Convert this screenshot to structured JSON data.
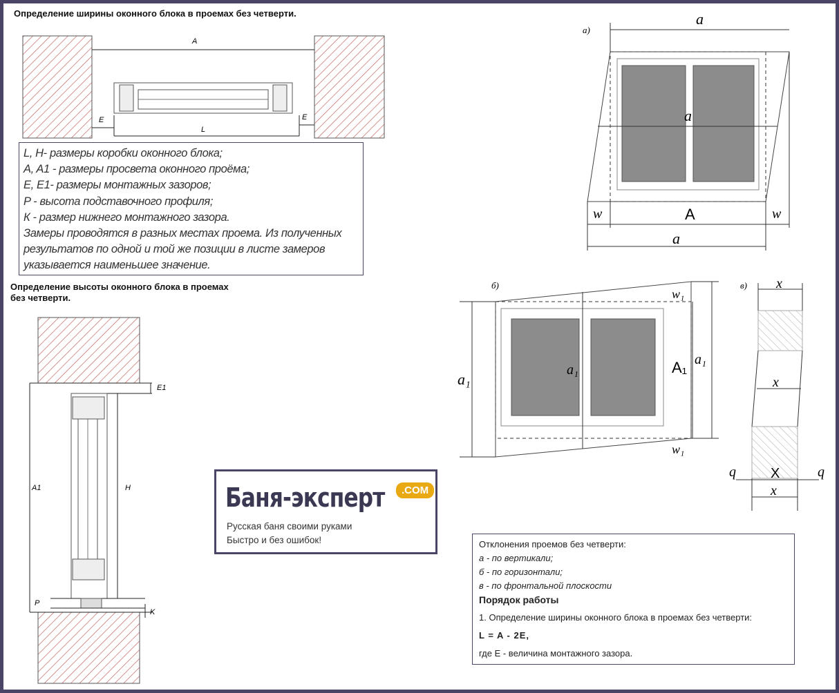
{
  "headings": {
    "width_title": "Определение ширины оконного блока в проемах без четверти.",
    "height_title_line1": "Определение высоты оконного блока в проемах",
    "height_title_line2": "без четверти."
  },
  "legend": [
    "L, H- размеры коробки оконного блока;",
    "A, A1 - размеры просвета оконного проёма;",
    "E, E1- размеры монтажных зазоров;",
    "P - высота подставочного профиля;",
    "К - размер нижнего монтажного зазора.",
    "Замеры проводятся в разных местах проема. Из полученных",
    "результатов по одной и той же позиции в листе замеров",
    "указывается наименьшее значение."
  ],
  "width_diagram": {
    "A": "A",
    "E_left": "E",
    "E_right": "E",
    "L": "L"
  },
  "height_diagram": {
    "E1": "E1",
    "A1": "A1",
    "H": "H",
    "P": "P",
    "K": "K"
  },
  "logo": {
    "brand": "Баня-эксперт",
    "domain": ".COM",
    "tagline1": "Русская баня своими руками",
    "tagline2": "Быстро и без ошибок!"
  },
  "deviation_a": {
    "panel": "а)",
    "a_top": "a",
    "a_mid": "a",
    "a_bottom": "a",
    "A": "A",
    "w_left": "w",
    "w_right": "w"
  },
  "deviation_b": {
    "panel": "б)",
    "a1_left": "a₁",
    "a1_mid": "a₁",
    "A1": "A₁",
    "a1_right": "a₁",
    "w1_top": "w₁",
    "w1_bottom": "w₁"
  },
  "deviation_v": {
    "panel": "в)",
    "x_top": "x",
    "x_mid": "x",
    "X": "X",
    "x_bottom": "x",
    "q_left": "q",
    "q_right": "q"
  },
  "info": {
    "title": "Отклонения проемов без четверти:",
    "items": [
      "а - по вертикали;",
      "б - по горизонтали;",
      "в - по фронтальной плоскости"
    ],
    "work_title": "Порядок работы",
    "step1": "1. Определение ширины оконного блока в проемах без четверти:",
    "formula": "L = A - 2E,",
    "note": "где Е - величина монтажного зазора."
  }
}
